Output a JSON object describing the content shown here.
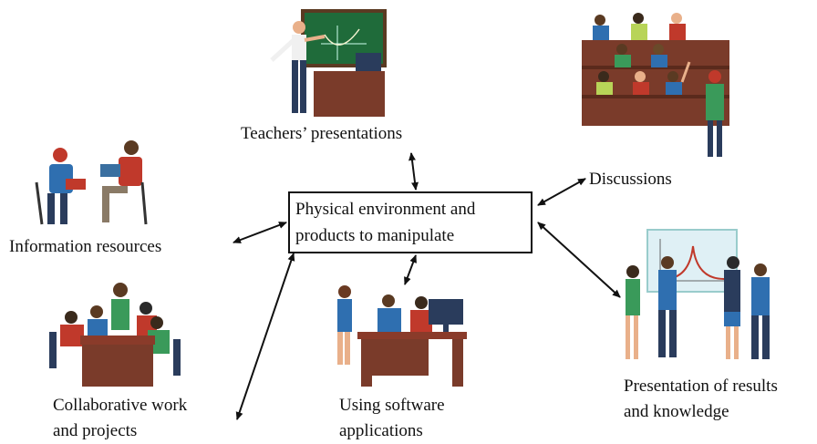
{
  "center": {
    "line1": "Physical environment and",
    "line2": "products to manipulate"
  },
  "nodes": {
    "teachers": "Teachers’ presentations",
    "discussions": "Discussions",
    "information": "Information resources",
    "collab_line1": "Collaborative work",
    "collab_line2": "and projects",
    "software_line1": "Using software",
    "software_line2": "applications",
    "results_line1": "Presentation of results",
    "results_line2": "and knowledge"
  },
  "colors": {
    "text": "#111111",
    "arrow": "#111111",
    "board_green": "#1f6b3a",
    "desk_brown": "#7a3b2a",
    "shirt_blue": "#2f6fb0",
    "shirt_red": "#c0392b",
    "shirt_green": "#3a9a5a",
    "skin": "#e9b08a"
  }
}
